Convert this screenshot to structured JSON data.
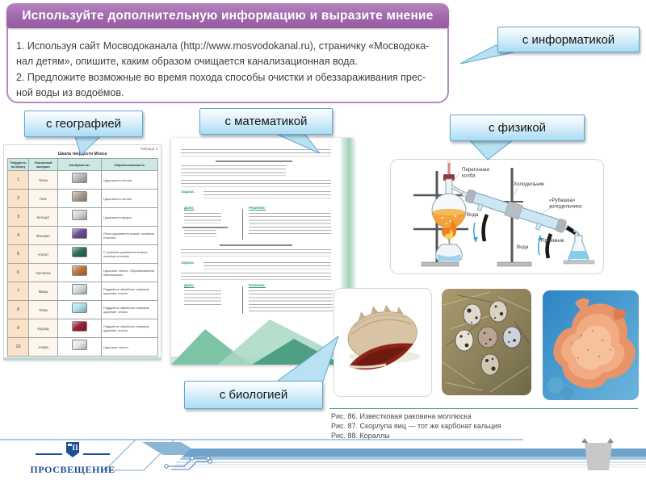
{
  "slide": {
    "title": "Используйте дополнительную информацию и выразите мнение",
    "task_lines": [
      "1. Используя сайт Мосводоканала (http://www.mosvodokanal.ru), страничку «Мосводока-",
      "нал детям», опишите, каким образом очищается канализационная вода.",
      "2. Предложите возможные во время похода способы очистки и обеззараживания прес-",
      "ной воды из водоёмов."
    ]
  },
  "callouts": {
    "informatics": "с информатикой",
    "geography": "с географией",
    "math": "с математикой",
    "physics": "с физикой",
    "biology": "с биологией"
  },
  "mohs_table": {
    "label": "Таблица 1",
    "title": "Шкала твёрдости Мооса",
    "headers": [
      "Твёрдость по Моосу",
      "Эталонный минерал",
      "Изображение",
      "Обрабатываемость"
    ],
    "rows": [
      {
        "hardness": "1",
        "mineral": "Тальк",
        "workability": "Царапается ногтем",
        "color": "#b2bdb4"
      },
      {
        "hardness": "2",
        "mineral": "Гипс",
        "workability": "Царапается ногтем",
        "color": "#a89f93"
      },
      {
        "hardness": "3",
        "mineral": "Кальцит",
        "workability": "Царапается медью",
        "color": "#cfd8da"
      },
      {
        "hardness": "4",
        "mineral": "Флюорит",
        "workability": "Легко царапается ножом, оконным стеклом",
        "color": "#6f4f9e"
      },
      {
        "hardness": "5",
        "mineral": "Апатит",
        "workability": "С усилием царапается ножом, оконным стеклом",
        "color": "#2f6e57"
      },
      {
        "hardness": "6",
        "mineral": "Ортоклаз",
        "workability": "Царапает стекло. Обрабатывается напильником",
        "color": "#c0763c"
      },
      {
        "hardness": "7",
        "mineral": "Кварц",
        "workability": "Поддаётся обработке алмазом, царапает стекло",
        "color": "#d6dce0"
      },
      {
        "hardness": "8",
        "mineral": "Топаз",
        "workability": "Поддаётся обработке алмазом, царапает стекло",
        "color": "#aee0f0"
      },
      {
        "hardness": "9",
        "mineral": "Корунд",
        "workability": "Поддаётся обработке алмазом, царапает стекло",
        "color": "#9c2034"
      },
      {
        "hardness": "10",
        "mineral": "Алмаз",
        "workability": "Царапает стекло",
        "color": "#e6e9ec"
      }
    ]
  },
  "math_page": {
    "problem_word": "Задача.",
    "given_label": "Дано:",
    "solution_label": "Решение:"
  },
  "physics_diagram": {
    "flask_label_lines": [
      "Перегонная",
      "колба"
    ],
    "condenser_label": "Холодильник",
    "jacket_label_lines": [
      "«Рубашка»",
      "холодильника"
    ],
    "water_label_left": "Вода",
    "water_label_right": "Вода",
    "receiver_label": "Приёмник"
  },
  "figures": {
    "captions": [
      "Рис. 86. Известковая раковина моллюска",
      "Рис. 87. Скорлупа яиц — тот же карбонат кальция",
      "Рис. 88. Кораллы"
    ]
  },
  "footer": {
    "publisher": "ПРОСВЕЩЕНИЕ"
  },
  "colors": {
    "title_bar": "#a168ad",
    "callout_border": "#5fa8cf",
    "teal_rule": "#3aa39d",
    "footer_band": "#6fa3cc",
    "publisher_blue": "#1d4f93"
  }
}
